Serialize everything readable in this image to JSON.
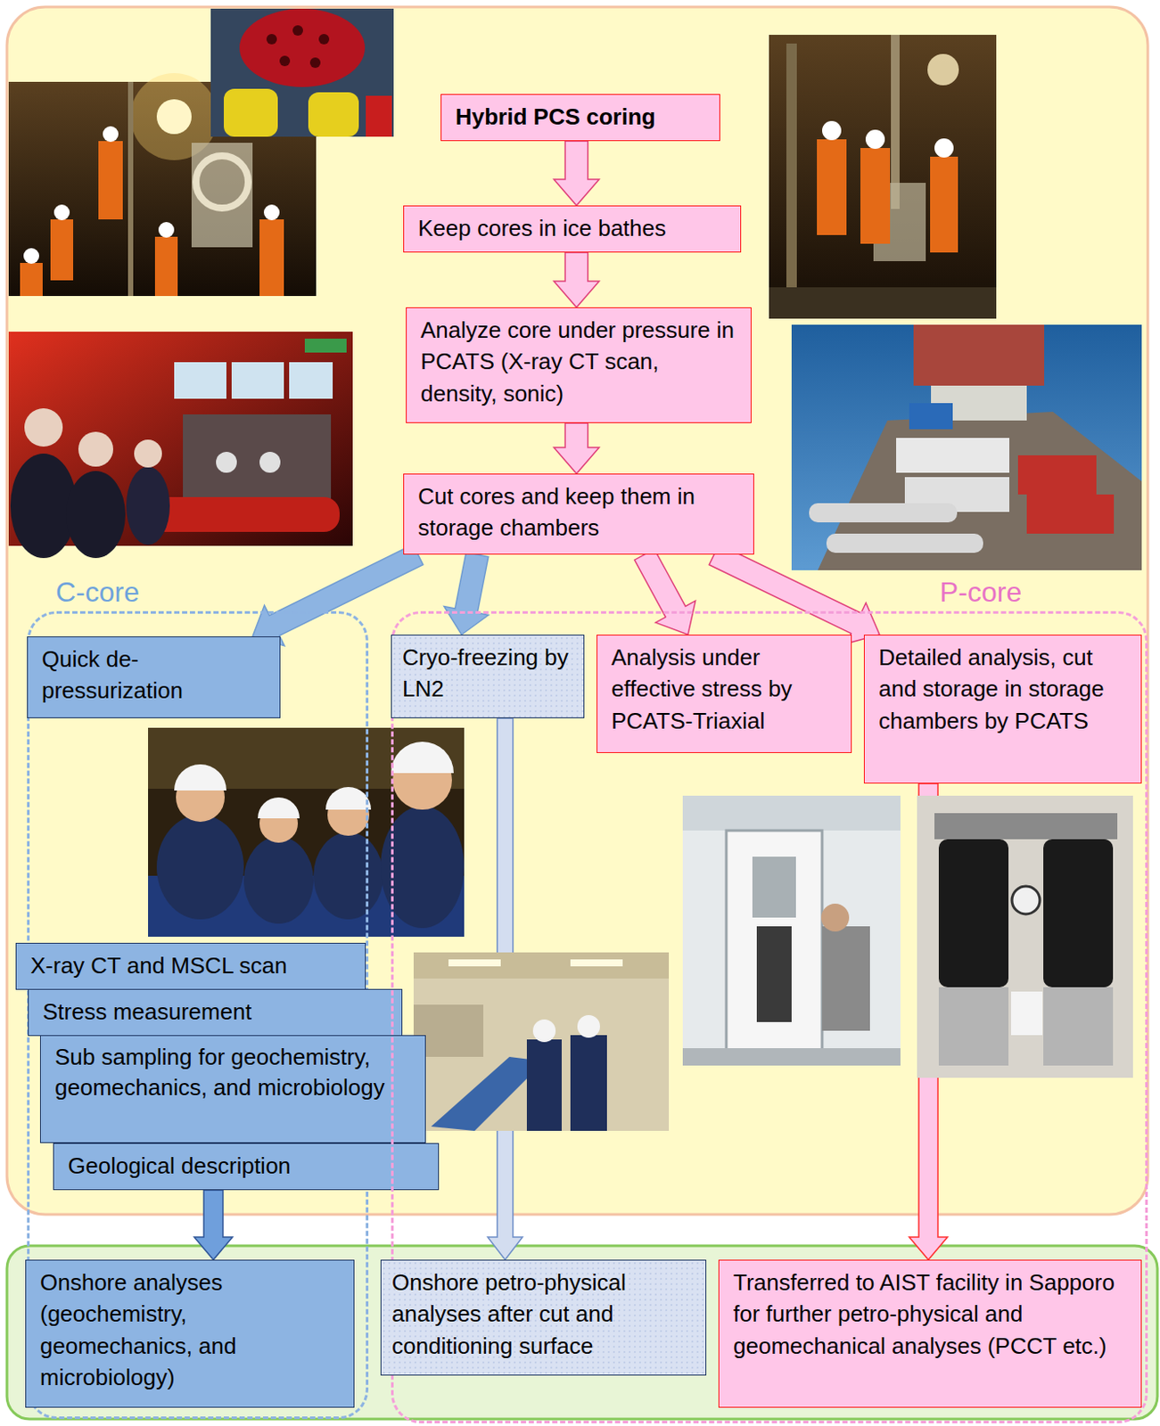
{
  "diagram": {
    "nodes": [
      {
        "text": [
          "Hybrid PCS coring"
        ]
      },
      {
        "text": [
          "Keep cores in ice bathes"
        ]
      },
      {
        "text": [
          "Analyze core under pressure in PCATS (X-ray CT scan, density, sonic)"
        ]
      },
      {
        "text": [
          "Cut cores and keep them in storage chambers"
        ]
      },
      {
        "text": [
          "C-core"
        ]
      },
      {
        "text": [
          "Quick de-pressurization"
        ],
        "in": 4
      },
      {
        "text": [
          "X-ray CT and MSCL scan"
        ],
        "in": 4
      },
      {
        "text": [
          "Stress measurement"
        ],
        "in": 4
      },
      {
        "text": [
          "Sub sampling for geochemistry, geomechanics, and microbiology"
        ],
        "in": 4
      },
      {
        "text": [
          "Geological description"
        ],
        "in": 4
      },
      {
        "text": [
          "Onshore analyses (geochemistry, geomechanics, and microbiology)"
        ],
        "in": 4
      },
      {
        "text": [
          "P-core"
        ]
      },
      {
        "text": [
          "Cryo-freezing by LN2"
        ],
        "in": 11
      },
      {
        "text": [
          "Analysis under effective stress by PCATS-Triaxial"
        ],
        "in": 11
      },
      {
        "text": [
          "Detailed analysis, cut and storage in storage chambers by PCATS"
        ],
        "in": 11
      },
      {
        "text": [
          "Onshore petro-physical analyses after cut and conditioning surface"
        ],
        "in": 11
      },
      {
        "text": [
          "Transferred to AIST facility in Sapporo for further petro-physical and geomechanical analyses (PCCT etc.)"
        ],
        "in": 11
      }
    ],
    "edges": [
      {
        "from": 0,
        "to": 1,
        "arrow": "to"
      },
      {
        "from": 1,
        "to": 2,
        "arrow": "to"
      },
      {
        "from": 2,
        "to": 3,
        "arrow": "to"
      },
      {
        "from": 3,
        "to": 5,
        "arrow": "to"
      },
      {
        "from": 3,
        "to": 12,
        "arrow": "to"
      },
      {
        "from": 3,
        "to": 13,
        "arrow": "to"
      },
      {
        "from": 3,
        "to": 14,
        "arrow": "to"
      },
      {
        "from": 9,
        "to": 10,
        "arrow": "to"
      },
      {
        "from": 12,
        "to": 15,
        "arrow": "to"
      },
      {
        "from": 14,
        "to": 16,
        "arrow": "to"
      }
    ]
  }
}
